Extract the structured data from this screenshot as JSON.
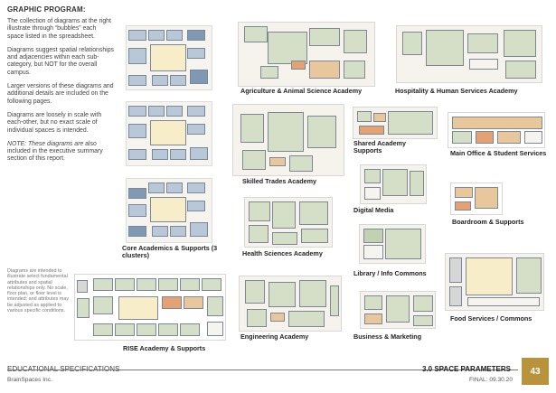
{
  "header": {
    "title": "GRAPHIC PROGRAM:"
  },
  "intro": {
    "p1": "The collection of diagrams at the right illustrate through “bubbles” each space listed in the spreadsheet.",
    "p2": "Diagrams suggest spatial relationships and adjacencies within each sub-category, but NOT for the overall campus.",
    "p3": "Larger versions of these diagrams and additional details are included on the following pages.",
    "p4": "Diagrams are loosely in scale with each-other, but no exact scale of individual spaces is intended.",
    "p5_prefix": "NOTE: These diagrams are",
    "p5_suffix": "also included in the executive summary section of this report."
  },
  "side_note": "Diagrams are intended to illustrate select fundamental attributes and spatial relationships only. No scale, floor plan, or floor level is intended; and attributes may be adjusted as applied to various specific conditions.",
  "diagrams": {
    "core": "Core Academics & Supports (3 clusters)",
    "agriculture": "Agriculture & Animal Science Academy",
    "hospitality": "Hospitality & Human Services Academy",
    "trades": "Skilled Trades Academy",
    "shared": "Shared Academy Supports",
    "main_office": "Main Office & Student Services",
    "digital": "Digital Media",
    "boardroom": "Boardroom & Supports",
    "health": "Health Sciences Academy",
    "library": "Library / Info Commons",
    "rise": "RISE Academy & Supports",
    "engineering": "Engineering Academy",
    "business": "Business & Marketing",
    "food": "Food Services / Commons"
  },
  "footer": {
    "left_title": "EDUCATIONAL SPECIFICATIONS",
    "left_sub": "BrainSpaces Inc.",
    "right_title": "3.0  SPACE PARAMETERS",
    "right_sub": "FINAL:  09.30.20",
    "page_number": "43"
  }
}
